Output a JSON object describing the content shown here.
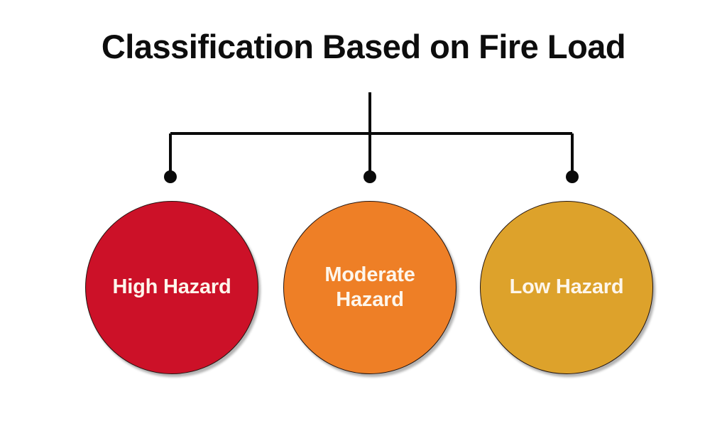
{
  "diagram": {
    "title": "Classification Based on Fire Load",
    "type": "hierarchy-bracket",
    "background_color": "#FFFFFF",
    "title_color": "#0D0D0D",
    "connector_color": "#0A0A0A",
    "nodes": [
      {
        "label": "High Hazard",
        "label_lines": [
          "High Hazard"
        ],
        "fill_color": "#CC1128",
        "stroke_color": "#231511",
        "text_color": "#FDF6EC"
      },
      {
        "label": "Moderate Hazard",
        "label_lines": [
          "Moderate",
          "Hazard"
        ],
        "fill_color": "#EE7F26",
        "stroke_color": "#231511",
        "text_color": "#FDF6EC"
      },
      {
        "label": "Low Hazard",
        "label_lines": [
          "Low Hazard"
        ],
        "fill_color": "#DDA22B",
        "stroke_color": "#231511",
        "text_color": "#FDF6EC"
      }
    ]
  }
}
